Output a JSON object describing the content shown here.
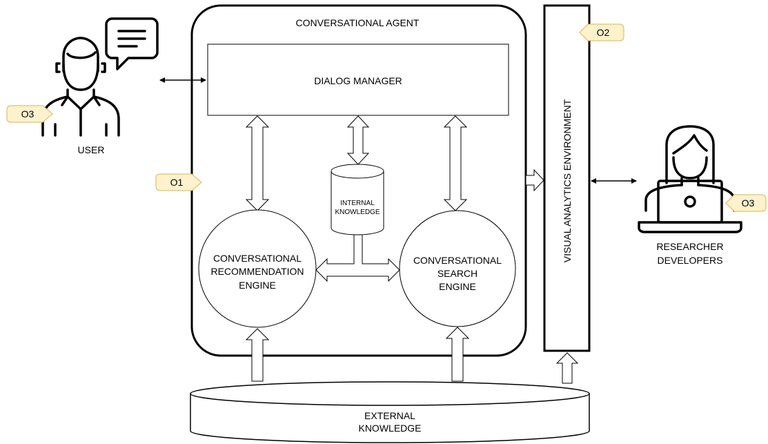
{
  "agent": {
    "title": "CONVERSATIONAL AGENT",
    "dialog_manager": "DIALOG MANAGER",
    "internal_knowledge": [
      "INTERNAL",
      "KNOWLEDGE"
    ],
    "recommendation_engine": [
      "CONVERSATIONAL",
      "RECOMMENDATION",
      "ENGINE"
    ],
    "search_engine": [
      "CONVERSATIONAL",
      "SEARCH",
      "ENGINE"
    ]
  },
  "external_knowledge": [
    "EXTERNAL",
    "KNOWLEDGE"
  ],
  "visual_analytics": "VISUAL ANALYTICS ENVIRONMENT",
  "user": {
    "label": "USER"
  },
  "researcher": {
    "label": [
      "RESEARCHER",
      "DEVELOPERS"
    ]
  },
  "tags": {
    "o1": "O1",
    "o2": "O2",
    "o3_user": "O3",
    "o3_researcher": "O3"
  },
  "colors": {
    "tag_fill": "#fff2cc",
    "tag_stroke": "#d6b656",
    "line": "#000000"
  },
  "icons": [
    "user-icon",
    "speech-bubble-icon",
    "researcher-icon",
    "laptop-icon"
  ]
}
